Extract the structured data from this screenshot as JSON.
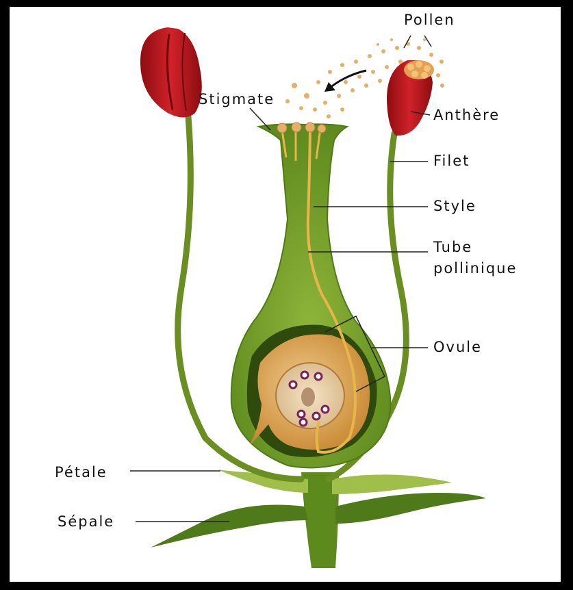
{
  "labels": {
    "pollen": "Pollen",
    "stigmate": "Stigmate",
    "anthere": "Anthère",
    "filet": "Filet",
    "style": "Style",
    "tube_line1": "Tube",
    "tube_line2": "pollinique",
    "ovule": "Ovule",
    "petale": "Pétale",
    "sepale": "Sépale"
  },
  "colors": {
    "background": "#ffffff",
    "frame": "#000000",
    "stem_green": "#6b8e23",
    "dark_green": "#3f5e12",
    "anther_red": "#b3141a",
    "ovule_orange": "#d9a050",
    "pollen": "#e2b06a"
  }
}
